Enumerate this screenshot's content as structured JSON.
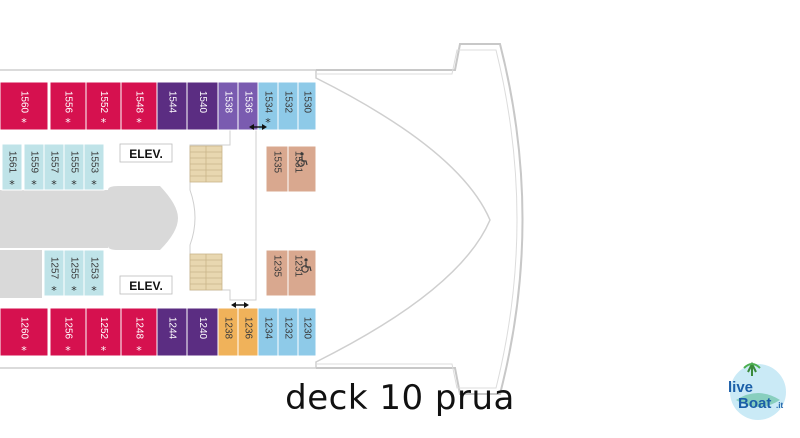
{
  "caption": "deck 10 prua",
  "elevators": {
    "upper": "ELEV.",
    "lower": "ELEV."
  },
  "logo": {
    "text": "liveBoat.it",
    "line1": "live",
    "line2": "Boat",
    "suffix": ".it"
  },
  "colors": {
    "magenta": "#d6114f",
    "purple": "#5b2d82",
    "violet": "#7a5bb0",
    "light_blue": "#8ecae8",
    "teal": "#bfe3e8",
    "tan": "#d9a88f",
    "orange": "#f0b25a",
    "grey": "#d9d9d9",
    "stairs": "#e8d7b0"
  },
  "cabins": {
    "top_outer": [
      {
        "num": "1560",
        "star": "*",
        "color": "magenta"
      },
      {
        "num": "1556",
        "star": "*",
        "color": "magenta"
      },
      {
        "num": "1552",
        "star": "*",
        "color": "magenta"
      },
      {
        "num": "1548",
        "star": "*",
        "color": "magenta"
      },
      {
        "num": "1544",
        "star": "",
        "color": "purple"
      },
      {
        "num": "1540",
        "star": "",
        "color": "purple"
      },
      {
        "num": "1538",
        "star": "",
        "color": "violet"
      },
      {
        "num": "1536",
        "star": "",
        "color": "violet"
      },
      {
        "num": "1534",
        "star": "*",
        "color": "light_blue"
      },
      {
        "num": "1532",
        "star": "",
        "color": "light_blue"
      },
      {
        "num": "1530",
        "star": "",
        "color": "light_blue"
      }
    ],
    "top_inner": [
      {
        "num": "1561",
        "star": "*"
      },
      {
        "num": "1559",
        "star": "*"
      },
      {
        "num": "1557",
        "star": "*"
      },
      {
        "num": "1555",
        "star": "*"
      },
      {
        "num": "1553",
        "star": "*"
      }
    ],
    "bottom_inner": [
      {
        "num": "1257",
        "star": "*"
      },
      {
        "num": "1255",
        "star": "*"
      },
      {
        "num": "1253",
        "star": "*"
      }
    ],
    "bottom_outer": [
      {
        "num": "1260",
        "star": "*",
        "color": "magenta"
      },
      {
        "num": "1256",
        "star": "*",
        "color": "magenta"
      },
      {
        "num": "1252",
        "star": "*",
        "color": "magenta"
      },
      {
        "num": "1248",
        "star": "*",
        "color": "magenta"
      },
      {
        "num": "1244",
        "star": "",
        "color": "purple"
      },
      {
        "num": "1240",
        "star": "",
        "color": "purple"
      },
      {
        "num": "1238",
        "star": "",
        "color": "orange"
      },
      {
        "num": "1236",
        "star": "",
        "color": "orange"
      },
      {
        "num": "1234",
        "star": "",
        "color": "light_blue"
      },
      {
        "num": "1232",
        "star": "",
        "color": "light_blue"
      },
      {
        "num": "1230",
        "star": "",
        "color": "light_blue"
      }
    ],
    "accessible": [
      {
        "num": "1531",
        "color": "tan"
      },
      {
        "num": "1535",
        "color": "tan"
      },
      {
        "num": "1231",
        "color": "tan"
      },
      {
        "num": "1235",
        "color": "tan"
      }
    ]
  }
}
